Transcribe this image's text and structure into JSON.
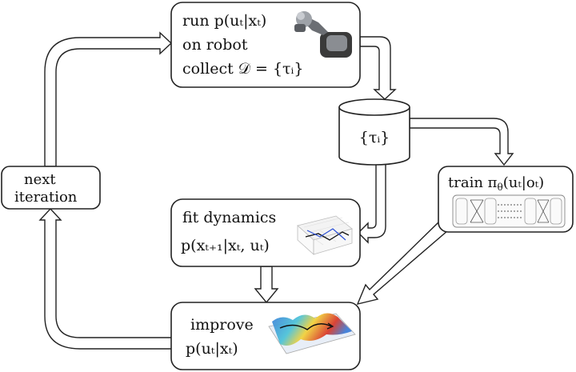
{
  "nodes": {
    "run": {
      "line1": "run p(uₜ|xₜ)",
      "line2": "on robot",
      "line3": "collect 𝒟 = {τᵢ}"
    },
    "database": {
      "label": "{τᵢ}"
    },
    "train": {
      "label": "train π",
      "sub": "θ",
      "rest": "(uₜ|oₜ)"
    },
    "fit": {
      "line1": "fit dynamics",
      "line2": "p(xₜ₊₁|xₜ, uₜ)"
    },
    "improve": {
      "line1": "improve",
      "line2": "p(uₜ|xₜ)"
    },
    "next": {
      "line1": "next",
      "line2": "iteration"
    }
  },
  "colors": {
    "stroke": "#222222",
    "fill": "#ffffff",
    "heat_high": "#d93a2b",
    "heat_mid": "#f2d23c",
    "heat_low": "#3f7fd9"
  }
}
